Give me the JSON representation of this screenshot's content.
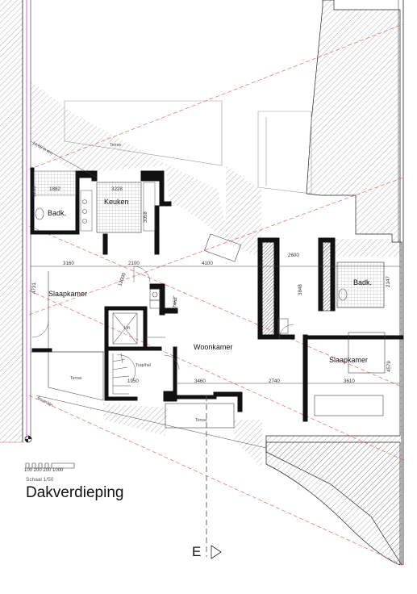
{
  "title": "Dakverdieping",
  "scale": {
    "label": "Schaal 1/50",
    "ticks": "100 200 200  1000"
  },
  "direction": {
    "label": "E"
  },
  "rooms": {
    "badk_left": "Badk.",
    "keuken": "Keuken",
    "slaapkamer_left": "Slaapkamer",
    "woonkamer": "Woonkamer",
    "badk_right": "Badk.",
    "slaapkamer_right": "Slaapkamer",
    "terras_top": "Terras",
    "terras_left": "Terras",
    "terras_bottom": "Terras",
    "lift": "Lift",
    "trap": "Trap/hal"
  },
  "dimensions": {
    "d1882": "1882",
    "d3228": "3228",
    "d3209": "3209",
    "d3058": "3058",
    "d3160": "3160",
    "d2100": "2100",
    "d4100": "4100",
    "d2600": "2600",
    "d3848": "3848",
    "d2147": "2147",
    "d4731": "4731",
    "d12000": "12000",
    "d7462": "7462",
    "d4579": "4579",
    "d1950": "1950",
    "d3460": "3460",
    "d2740": "2740",
    "d3610": "3610",
    "d1200": "12.00 m ern",
    "bovenlijn": "Bovenlijn"
  },
  "colors": {
    "wall": "#111111",
    "hatch": "#777777",
    "magenta": "#d63fd6",
    "red_dash": "#e0504a",
    "grid": "#444444"
  }
}
